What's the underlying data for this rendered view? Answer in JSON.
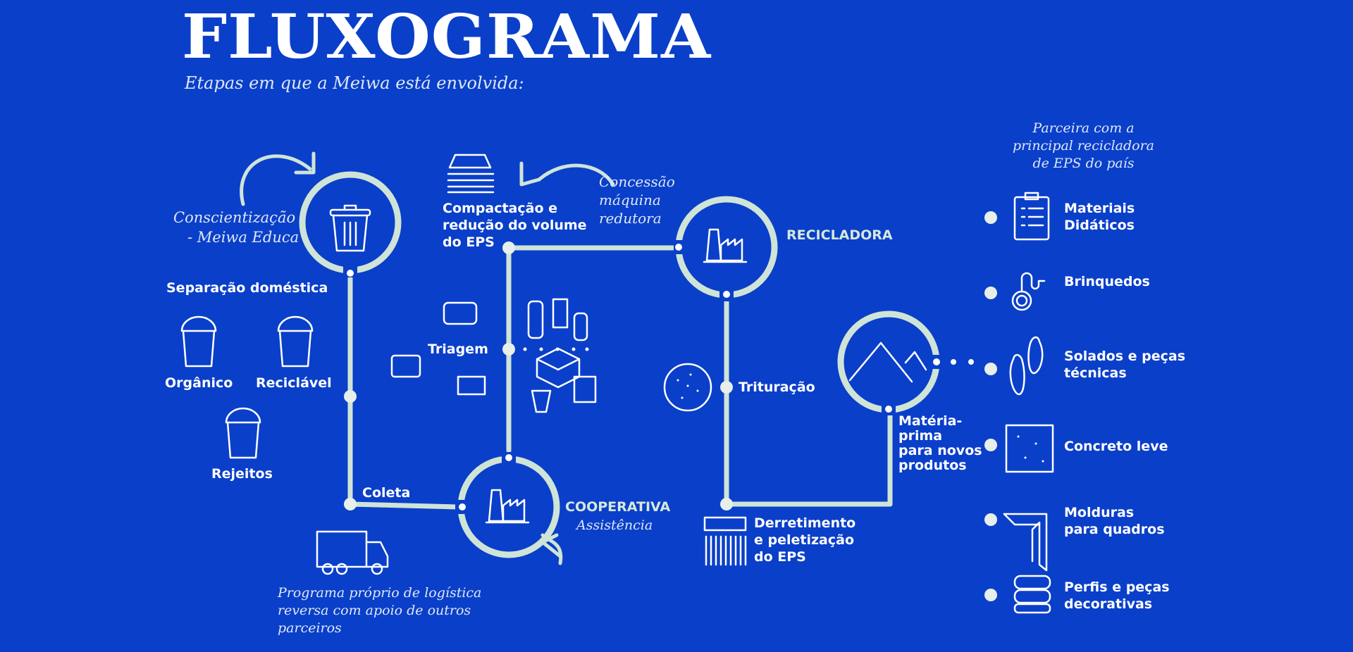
{
  "header": {
    "title": "FLUXOGRAMA",
    "subtitle": "Etapas em que a Meiwa está envolvida:"
  },
  "flow": {
    "awareness": [
      "Conscientização",
      "- Meiwa Educa"
    ],
    "separation_title": "Separação doméstica",
    "bins": [
      "Orgânico",
      "Reciclável",
      "Rejeitos"
    ],
    "collection": "Coleta",
    "logistics": [
      "Programa próprio de logística",
      "reversa com apoio de outros",
      "parceiros"
    ],
    "cooperative": "COOPERATIVA",
    "cooperative_sub": "Assistência",
    "sorting": "Triagem",
    "compaction": [
      "Compactação e",
      "redução do volume",
      "do EPS"
    ],
    "concession": [
      "Concessão",
      "máquina",
      "redutora"
    ],
    "recycler": "RECICLADORA",
    "grinding": "Trituração",
    "melting": [
      "Derretimento",
      "e peletização",
      "do EPS"
    ],
    "raw_material": [
      "Matéria-",
      "prima",
      "para novos",
      "produtos"
    ]
  },
  "partner": {
    "note": [
      "Parceira com a",
      "principal recicladora",
      "de EPS do país"
    ],
    "products": [
      {
        "label": [
          "Materiais",
          "Didáticos"
        ],
        "icon": "clipboard-icon"
      },
      {
        "label": [
          "Brinquedos"
        ],
        "icon": "toy-icon"
      },
      {
        "label": [
          "Solados e peças",
          "técnicas"
        ],
        "icon": "footprints-icon"
      },
      {
        "label": [
          "Concreto leve"
        ],
        "icon": "concrete-icon"
      },
      {
        "label": [
          "Molduras",
          "para quadros"
        ],
        "icon": "frame-molding-icon"
      },
      {
        "label": [
          "Perfis e peças",
          "decorativas"
        ],
        "icon": "profiles-icon"
      }
    ]
  },
  "colors": {
    "background": "#0a3fc9",
    "line": "#cfe4d7",
    "text": "#ffffff"
  }
}
